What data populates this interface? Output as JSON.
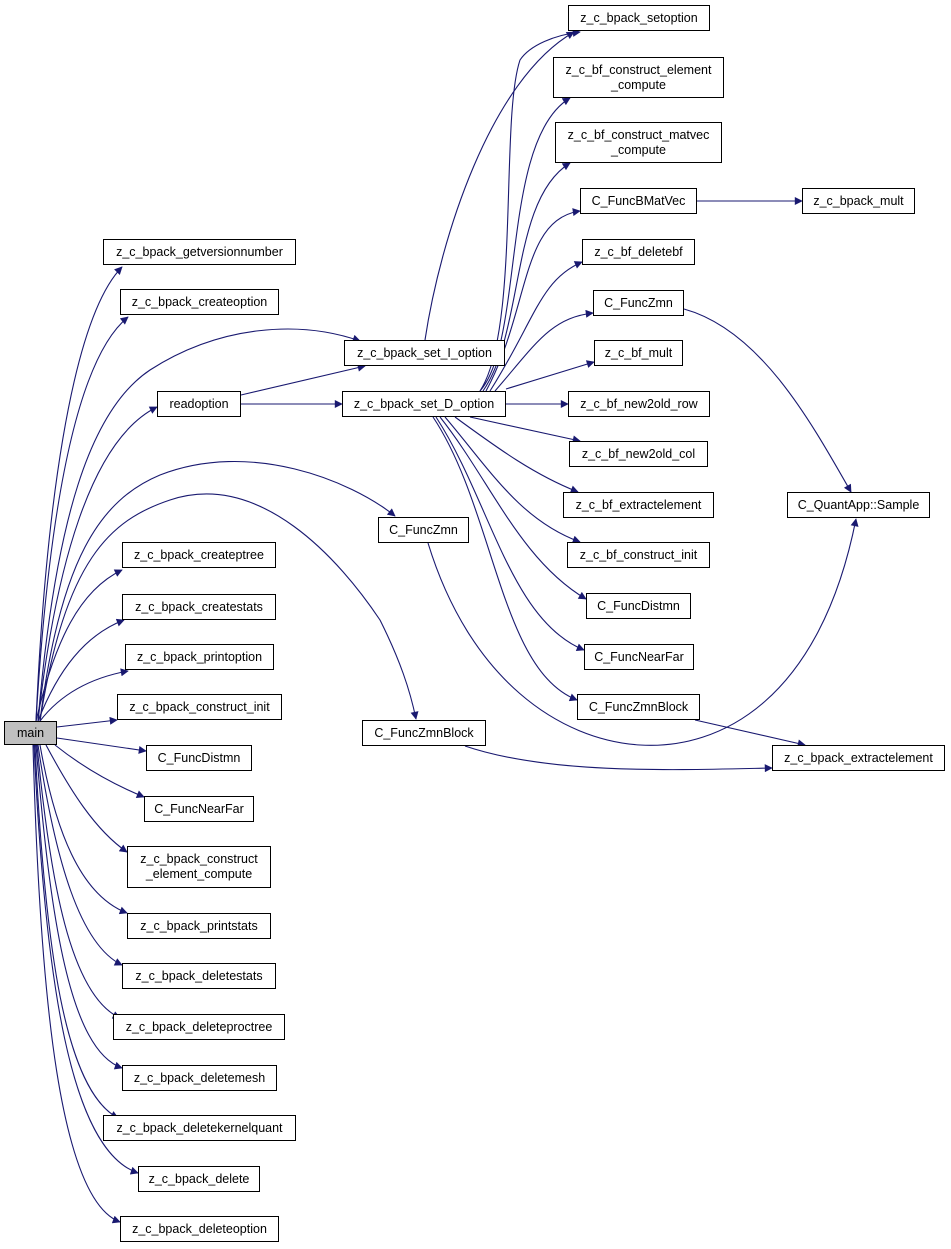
{
  "diagram": {
    "nodes": [
      {
        "id": "main",
        "label": "main",
        "highlight": true
      },
      {
        "id": "getversion",
        "label": "z_c_bpack_getversionnumber"
      },
      {
        "id": "createoption",
        "label": "z_c_bpack_createoption"
      },
      {
        "id": "readoption",
        "label": "readoption"
      },
      {
        "id": "set_I",
        "label": "z_c_bpack_set_I_option"
      },
      {
        "id": "set_D",
        "label": "z_c_bpack_set_D_option"
      },
      {
        "id": "funczmn_mid",
        "label": "C_FuncZmn"
      },
      {
        "id": "createptree",
        "label": "z_c_bpack_createptree"
      },
      {
        "id": "createstats",
        "label": "z_c_bpack_createstats"
      },
      {
        "id": "printoption",
        "label": "z_c_bpack_printoption"
      },
      {
        "id": "construct_init",
        "label": "z_c_bpack_construct_init"
      },
      {
        "id": "funcdistmn_l",
        "label": "C_FuncDistmn"
      },
      {
        "id": "funcnearfar_l",
        "label": "C_FuncNearFar"
      },
      {
        "id": "construct_elem",
        "label": "z_c_bpack_construct\n_element_compute"
      },
      {
        "id": "printstats",
        "label": "z_c_bpack_printstats"
      },
      {
        "id": "deletestats",
        "label": "z_c_bpack_deletestats"
      },
      {
        "id": "deleteproctree",
        "label": "z_c_bpack_deleteproctree"
      },
      {
        "id": "deletemesh",
        "label": "z_c_bpack_deletemesh"
      },
      {
        "id": "deletekernelquant",
        "label": "z_c_bpack_deletekernelquant"
      },
      {
        "id": "delete",
        "label": "z_c_bpack_delete"
      },
      {
        "id": "deleteoption",
        "label": "z_c_bpack_deleteoption"
      },
      {
        "id": "funczmnblock_mid",
        "label": "C_FuncZmnBlock"
      },
      {
        "id": "setoption",
        "label": "z_c_bpack_setoption"
      },
      {
        "id": "bf_cec",
        "label": "z_c_bf_construct_element\n_compute"
      },
      {
        "id": "bf_cmc",
        "label": "z_c_bf_construct_matvec\n_compute"
      },
      {
        "id": "funcbmatvec",
        "label": "C_FuncBMatVec"
      },
      {
        "id": "bf_deletebf",
        "label": "z_c_bf_deletebf"
      },
      {
        "id": "funczmn_r",
        "label": "C_FuncZmn"
      },
      {
        "id": "bf_mult",
        "label": "z_c_bf_mult"
      },
      {
        "id": "bf_n2o_row",
        "label": "z_c_bf_new2old_row"
      },
      {
        "id": "bf_n2o_col",
        "label": "z_c_bf_new2old_col"
      },
      {
        "id": "bf_extract",
        "label": "z_c_bf_extractelement"
      },
      {
        "id": "bf_cinit",
        "label": "z_c_bf_construct_init"
      },
      {
        "id": "funcdistmn_r",
        "label": "C_FuncDistmn"
      },
      {
        "id": "funcnearfar_r",
        "label": "C_FuncNearFar"
      },
      {
        "id": "funczmnblock_r",
        "label": "C_FuncZmnBlock"
      },
      {
        "id": "bpack_mult",
        "label": "z_c_bpack_mult"
      },
      {
        "id": "quantapp_sample",
        "label": "C_QuantApp::Sample"
      },
      {
        "id": "bpack_extract",
        "label": "z_c_bpack_extractelement"
      }
    ],
    "edges": [
      {
        "from": "main",
        "to": "getversion"
      },
      {
        "from": "main",
        "to": "createoption"
      },
      {
        "from": "main",
        "to": "set_I"
      },
      {
        "from": "main",
        "to": "readoption"
      },
      {
        "from": "main",
        "to": "funczmn_mid"
      },
      {
        "from": "main",
        "to": "funczmnblock_mid"
      },
      {
        "from": "main",
        "to": "createptree"
      },
      {
        "from": "main",
        "to": "createstats"
      },
      {
        "from": "main",
        "to": "printoption"
      },
      {
        "from": "main",
        "to": "construct_init"
      },
      {
        "from": "main",
        "to": "funcdistmn_l"
      },
      {
        "from": "main",
        "to": "funcnearfar_l"
      },
      {
        "from": "main",
        "to": "construct_elem"
      },
      {
        "from": "main",
        "to": "printstats"
      },
      {
        "from": "main",
        "to": "deletestats"
      },
      {
        "from": "main",
        "to": "deleteproctree"
      },
      {
        "from": "main",
        "to": "deletemesh"
      },
      {
        "from": "main",
        "to": "deletekernelquant"
      },
      {
        "from": "main",
        "to": "delete"
      },
      {
        "from": "main",
        "to": "deleteoption"
      },
      {
        "from": "readoption",
        "to": "set_I"
      },
      {
        "from": "readoption",
        "to": "set_D"
      },
      {
        "from": "set_I",
        "to": "setoption"
      },
      {
        "from": "set_D",
        "to": "setoption"
      },
      {
        "from": "set_D",
        "to": "bf_cec"
      },
      {
        "from": "set_D",
        "to": "bf_cmc"
      },
      {
        "from": "set_D",
        "to": "funcbmatvec"
      },
      {
        "from": "set_D",
        "to": "bf_deletebf"
      },
      {
        "from": "set_D",
        "to": "funczmn_r"
      },
      {
        "from": "set_D",
        "to": "bf_mult"
      },
      {
        "from": "set_D",
        "to": "bf_n2o_row"
      },
      {
        "from": "set_D",
        "to": "bf_n2o_col"
      },
      {
        "from": "set_D",
        "to": "bf_extract"
      },
      {
        "from": "set_D",
        "to": "bf_cinit"
      },
      {
        "from": "set_D",
        "to": "funcdistmn_r"
      },
      {
        "from": "set_D",
        "to": "funcnearfar_r"
      },
      {
        "from": "set_D",
        "to": "funczmnblock_r"
      },
      {
        "from": "funcbmatvec",
        "to": "bpack_mult"
      },
      {
        "from": "funczmn_r",
        "to": "quantapp_sample"
      },
      {
        "from": "funczmn_mid",
        "to": "quantapp_sample"
      },
      {
        "from": "funczmnblock_r",
        "to": "bpack_extract"
      },
      {
        "from": "funczmnblock_mid",
        "to": "bpack_extract"
      }
    ]
  },
  "colors": {
    "edge": "#191970",
    "node_border": "#000000",
    "root_fill": "#bfbfbf",
    "node_fill": "#ffffff"
  }
}
